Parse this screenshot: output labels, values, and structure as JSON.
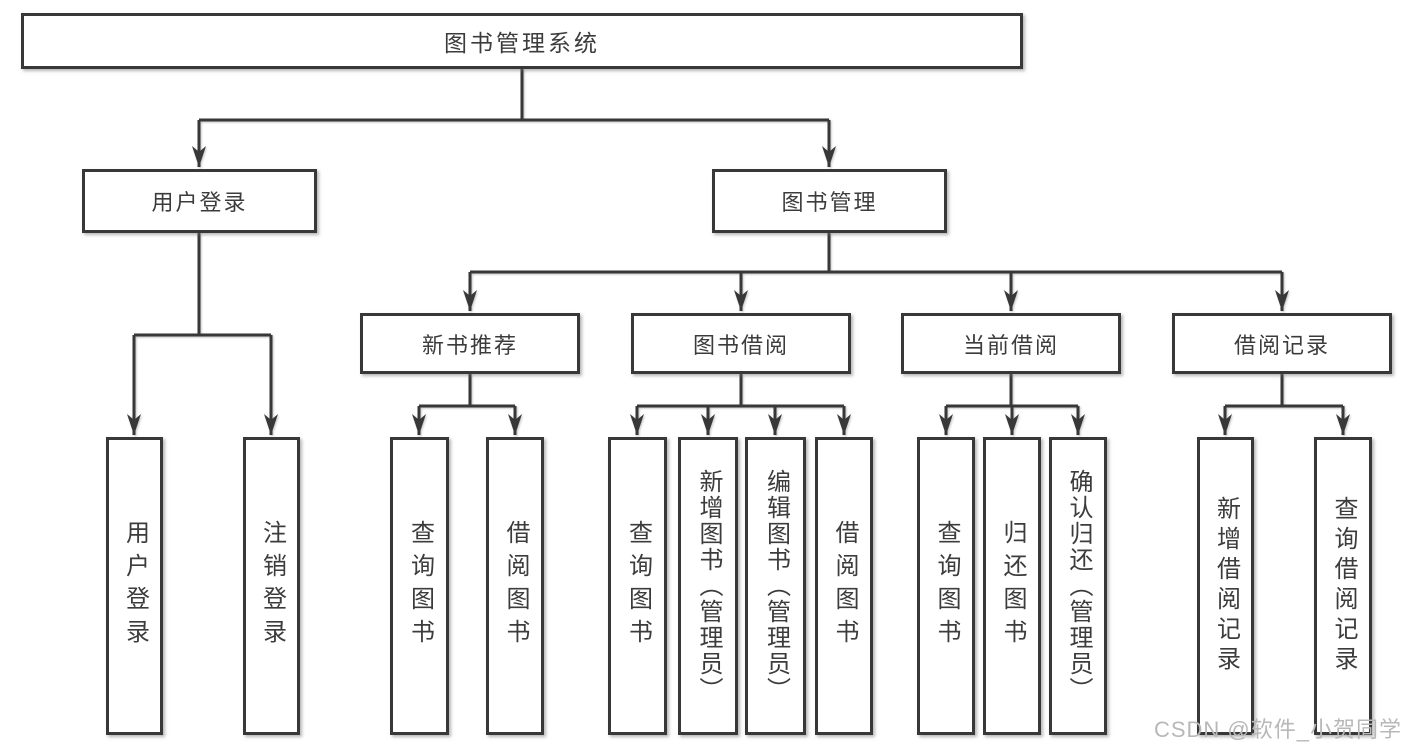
{
  "diagram": {
    "title": "图书管理系统",
    "watermark": "CSDN @软件_小贺同学"
  },
  "level2": [
    {
      "label": "用户登录"
    },
    {
      "label": "图书管理"
    }
  ],
  "level3": [
    {
      "label": "新书推荐"
    },
    {
      "label": "图书借阅"
    },
    {
      "label": "当前借阅"
    },
    {
      "label": "借阅记录"
    }
  ],
  "leaves": [
    {
      "label": "用户登录"
    },
    {
      "label": "注销登录"
    },
    {
      "label": "查询图书"
    },
    {
      "label": "借阅图书"
    },
    {
      "label": "查询图书"
    },
    {
      "label": "新增图书（管理员）"
    },
    {
      "label": "编辑图书（管理员）"
    },
    {
      "label": "借阅图书"
    },
    {
      "label": "查询图书"
    },
    {
      "label": "归还图书"
    },
    {
      "label": "确认归还（管理员）"
    },
    {
      "label": "新增借阅记录"
    },
    {
      "label": "查询借阅记录"
    }
  ],
  "colors": {
    "line": "#383838",
    "text": "#3c3c3c",
    "box_background": "#ffffff",
    "watermark": "#b8b8b8"
  }
}
